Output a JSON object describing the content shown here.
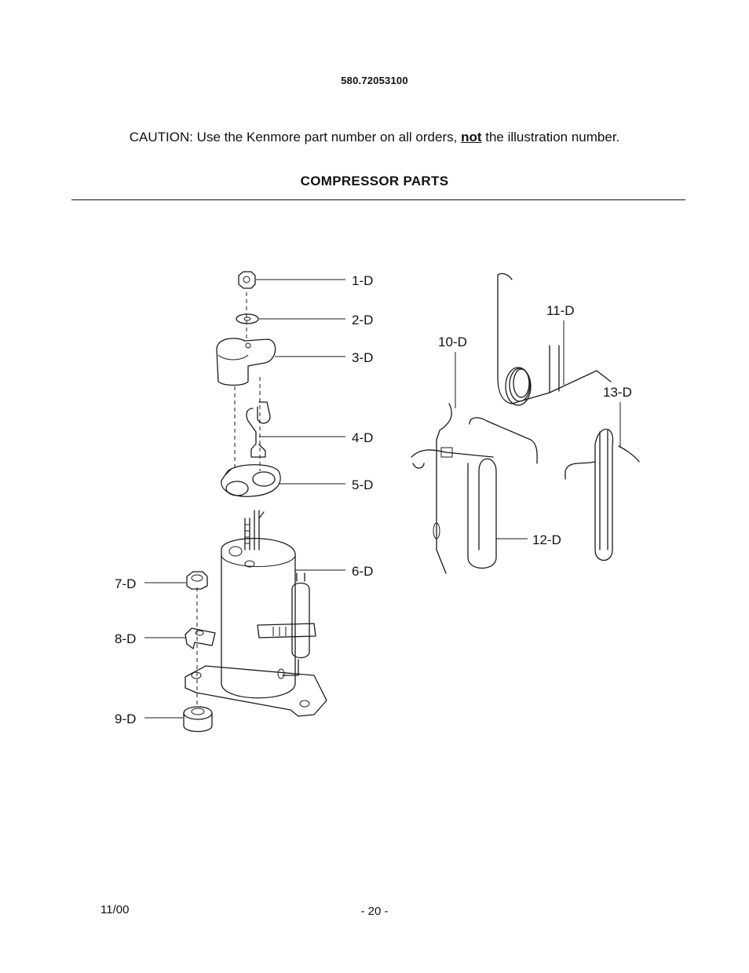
{
  "header": {
    "model_number": "580.72053100"
  },
  "caution": {
    "prefix": "CAUTION: Use the Kenmore part number on all orders, ",
    "emphasis": "not",
    "suffix": " the illustration number."
  },
  "section": {
    "title": "COMPRESSOR PARTS"
  },
  "callouts": {
    "p1": "1-D",
    "p2": "2-D",
    "p3": "3-D",
    "p4": "4-D",
    "p5": "5-D",
    "p6": "6-D",
    "p7": "7-D",
    "p8": "8-D",
    "p9": "9-D",
    "p10": "10-D",
    "p11": "11-D",
    "p12": "12-D",
    "p13": "13-D"
  },
  "footer": {
    "date": "11/00",
    "page": "- 20 -"
  }
}
